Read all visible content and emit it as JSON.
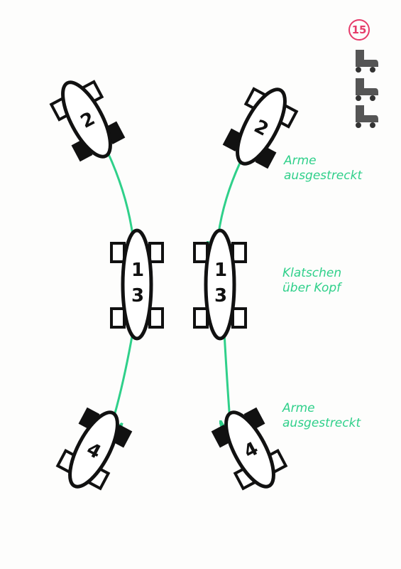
{
  "page_number": "15",
  "colors": {
    "path": "#2fd08a",
    "badge": "#e63b6a",
    "ink": "#111111"
  },
  "skates": {
    "left_top": "2",
    "right_top": "2",
    "left_center_a": "1",
    "left_center_b": "3",
    "right_center_a": "1",
    "right_center_b": "3",
    "left_bottom": "4",
    "right_bottom": "4"
  },
  "notes": {
    "top": "Arme\nausgestreckt",
    "middle": "Klatschen\nüber Kopf",
    "bottom": "Arme\nausgestreckt"
  },
  "icons": [
    "roller-skate-icon",
    "roller-skate-icon",
    "roller-skate-icon"
  ]
}
